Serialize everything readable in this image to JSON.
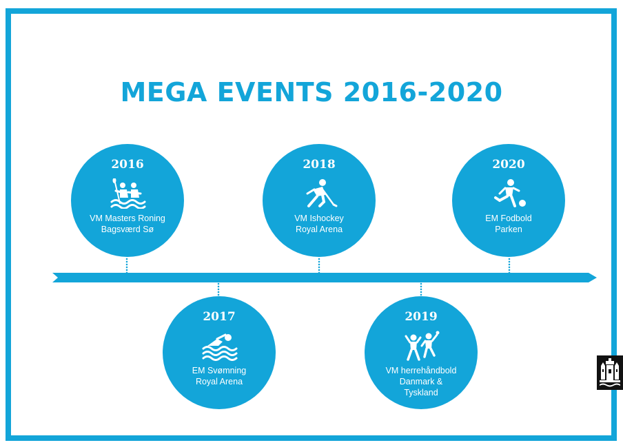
{
  "colors": {
    "accent": "#13a5d9",
    "logo_bg": "#111111"
  },
  "title": "MEGA EVENTS 2016-2020",
  "events": [
    {
      "year": "2016",
      "icon": "rowing-icon",
      "line1": "VM Masters Roning",
      "line2": "Bagsværd Sø",
      "line3": ""
    },
    {
      "year": "2017",
      "icon": "swimming-icon",
      "line1": "EM Svømning",
      "line2": "Royal Arena",
      "line3": ""
    },
    {
      "year": "2018",
      "icon": "ice-hockey-icon",
      "line1": "VM Ishockey",
      "line2": "Royal Arena",
      "line3": ""
    },
    {
      "year": "2019",
      "icon": "handball-icon",
      "line1": "VM herrehåndbold",
      "line2": "Danmark &",
      "line3": "Tyskland"
    },
    {
      "year": "2020",
      "icon": "football-icon",
      "line1": "EM Fodbold",
      "line2": "Parken",
      "line3": ""
    }
  ],
  "logo": {
    "icon": "city-crest-icon"
  }
}
